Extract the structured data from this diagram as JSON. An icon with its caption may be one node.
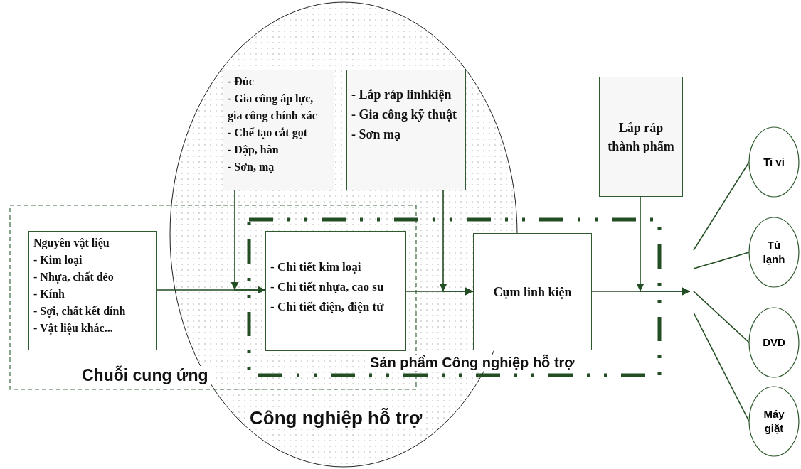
{
  "diagram": {
    "nodes": [
      {
        "text": [
          "Công nghiệp hỗ trợ"
        ]
      },
      {
        "text": [
          "Chuỗi cung ứng"
        ]
      },
      {
        "text": [
          "Sản phẩm Công nghiệp hỗ trợ"
        ]
      },
      {
        "text": [
          "- Đúc",
          "- Gia công áp lực, gia công chính xác",
          "- Chế tạo cắt gọt",
          "- Dập, hàn",
          "- Sơn, mạ"
        ],
        "in": 0
      },
      {
        "text": [
          "- Lắp ráp linhkiện",
          "- Gia công kỹ thuật",
          "- Sơn mạ"
        ],
        "in": 0
      },
      {
        "text": [
          "Lắp ráp thành phẩm"
        ]
      },
      {
        "text": [
          "Nguyên vật liệu",
          "- Kim loại",
          "- Nhựa, chất dẻo",
          "- Kính",
          "- Sợi, chất kết dính",
          "- Vật liệu khác..."
        ],
        "in": 1
      },
      {
        "text": [
          "- Chi tiết kim loại",
          "- Chi tiết nhựa, cao su",
          "- Chi tiết điện, điện tử"
        ]
      },
      {
        "text": [
          "Cụm linh kiện"
        ],
        "in": 2
      },
      {
        "text": [
          "Ti vi"
        ]
      },
      {
        "text": [
          "Tủ lạnh"
        ]
      },
      {
        "text": [
          "DVD"
        ]
      },
      {
        "text": [
          "Máy giặt"
        ]
      }
    ],
    "edges": [
      {
        "from": 6,
        "to": 7,
        "arrow": "to"
      },
      {
        "from": 3,
        "to": 7,
        "arrow": "to"
      },
      {
        "from": 7,
        "to": 8,
        "arrow": "to"
      },
      {
        "from": 4,
        "to": 8,
        "arrow": "to"
      },
      {
        "from": 8,
        "to": null,
        "arrow": "to"
      },
      {
        "from": 5,
        "to": null,
        "arrow": "to"
      },
      {
        "from": null,
        "to": 9,
        "arrow": "none"
      },
      {
        "from": null,
        "to": 10,
        "arrow": "none"
      },
      {
        "from": null,
        "to": 11,
        "arrow": "none"
      },
      {
        "from": null,
        "to": 12,
        "arrow": "none"
      }
    ]
  }
}
